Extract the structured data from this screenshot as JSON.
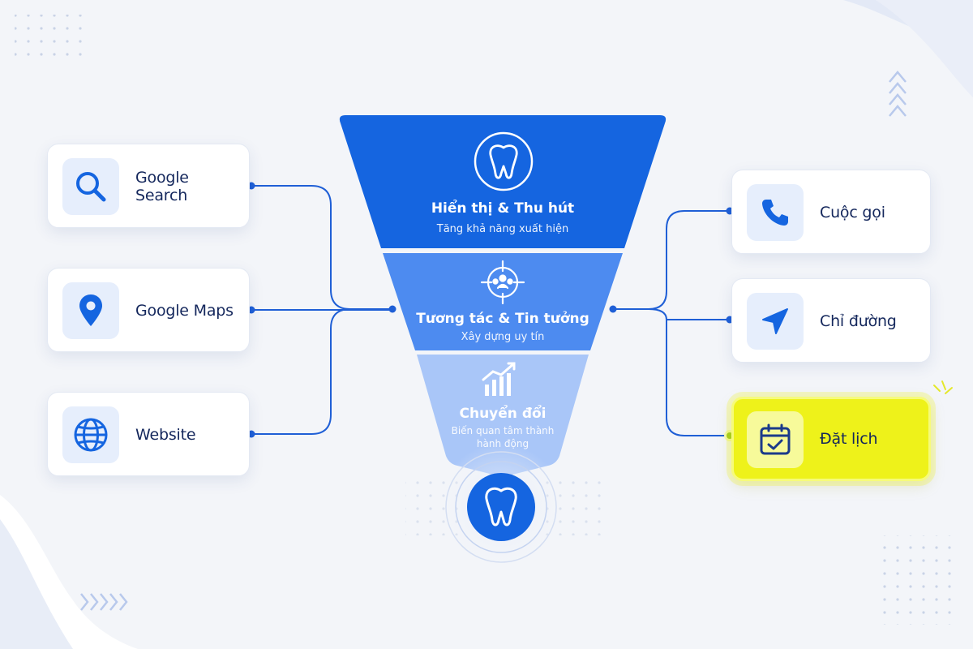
{
  "colors": {
    "background": "#f3f5f9",
    "primary": "#1565e0",
    "tier1": "#1565e0",
    "tier2": "#4d8bf0",
    "tier3": "#a9c6f8",
    "connector": "#1f5fd6",
    "highlight": "#eef21a"
  },
  "sources": [
    {
      "label": "Google Search",
      "icon": "search-icon"
    },
    {
      "label": "Google Maps",
      "icon": "map-pin-icon"
    },
    {
      "label": "Website",
      "icon": "globe-icon"
    }
  ],
  "funnel": {
    "tiers": [
      {
        "title": "Hiển thị & Thu hút",
        "subtitle": "Tăng khả năng xuất hiện",
        "icon": "tooth-icon"
      },
      {
        "title": "Tương tác & Tin tưởng",
        "subtitle": "Xây dựng uy tín",
        "icon": "target-audience-icon"
      },
      {
        "title": "Chuyển đổi",
        "subtitle_lines": [
          "Biến quan tâm thành",
          "hành động"
        ],
        "icon": "growth-chart-icon"
      }
    ],
    "bottom_icon": "tooth-icon"
  },
  "actions": [
    {
      "label": "Cuộc gọi",
      "icon": "phone-icon",
      "highlighted": false
    },
    {
      "label": "Chỉ đường",
      "icon": "navigation-arrow-icon",
      "highlighted": false
    },
    {
      "label": "Đặt lịch",
      "icon": "calendar-check-icon",
      "highlighted": true
    }
  ]
}
